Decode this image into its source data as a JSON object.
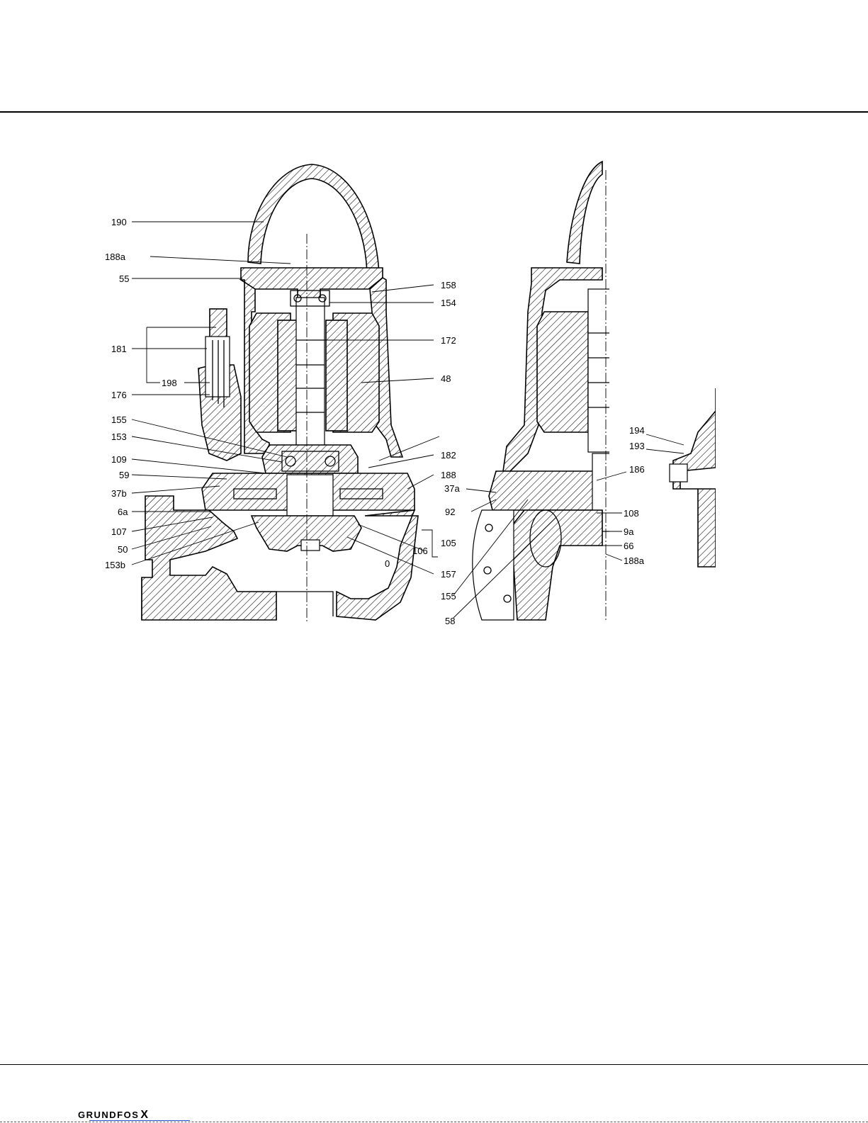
{
  "labels": {
    "l190": "190",
    "l188a_top": "188a",
    "l55": "55",
    "l158": "158",
    "l154": "154",
    "l181": "181",
    "l172": "172",
    "l198": "198",
    "l48": "48",
    "l176": "176",
    "l155_left": "155",
    "l153": "153",
    "l182": "182",
    "l109": "109",
    "l188": "188",
    "l59": "59",
    "l37b": "37b",
    "l6a": "6a",
    "l107": "107",
    "l50": "50",
    "l106": "106",
    "l105": "105",
    "l153b": "153b",
    "l157": "157",
    "l0": "0",
    "l194": "194",
    "l193": "193",
    "l186": "186",
    "l37a": "37a",
    "l92": "92",
    "l108": "108",
    "l9a": "9a",
    "l66": "66",
    "l188a_right": "188a",
    "l155_right": "155",
    "l58": "58"
  },
  "footer": {
    "brand": "GRUNDFOS",
    "brand_mark": "X"
  }
}
